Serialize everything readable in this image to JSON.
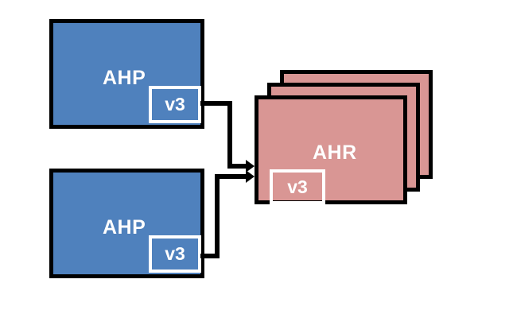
{
  "diagram": {
    "title": "AHP to AHR version replication diagram",
    "background_color": "#FFFFFF",
    "colors": {
      "source_box_fill": "#4F81BD",
      "target_box_fill": "#D99694",
      "border": "#000000",
      "label_text": "#FFFFFF",
      "subbox_outline": "#FFFFFF",
      "connector": "#000000"
    },
    "source_nodes": [
      {
        "id": "ahp-top",
        "label": "AHP",
        "version_label": "v3"
      },
      {
        "id": "ahp-bottom",
        "label": "AHP",
        "version_label": "v3"
      }
    ],
    "target_node": {
      "id": "ahr-stack",
      "label": "AHR",
      "version_label": "v3",
      "stack_count": 3
    },
    "connectors": [
      {
        "id": "ahp-top-to-ahr",
        "from": "ahp-top",
        "to": "ahr-stack",
        "arrow": "arrow-right"
      },
      {
        "id": "ahp-bottom-to-ahr",
        "from": "ahp-bottom",
        "to": "ahr-stack",
        "arrow": "arrow-right"
      }
    ]
  }
}
